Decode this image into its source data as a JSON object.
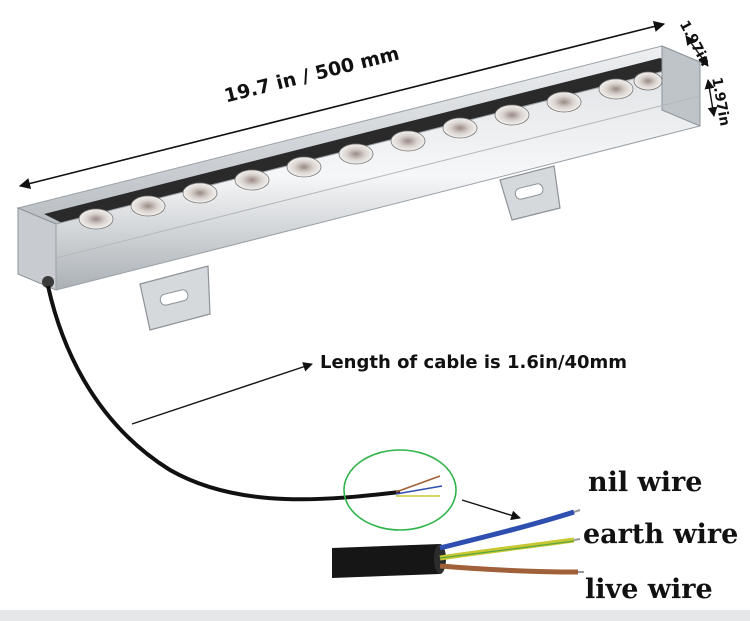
{
  "dimensions": {
    "length": "19.7 in / 500 mm",
    "width": "1.97in",
    "height": "1.97in"
  },
  "cable": {
    "length_label": "Length of cable is 1.6in/40mm"
  },
  "wires": {
    "nil": "nil wire",
    "earth": "earth wire",
    "live": "live wire"
  },
  "colors": {
    "housing": "#c9cdd1",
    "lens_strip": "#2a2a2a",
    "cable": "#111111",
    "blue_wire": "#2f4fb0",
    "yellow_green_wire": "#c9c832",
    "brown_wire": "#a0603a",
    "highlight_circle": "#2fb44a"
  },
  "icons": {
    "led": "led-bead-icon",
    "bracket": "mounting-bracket-icon"
  }
}
